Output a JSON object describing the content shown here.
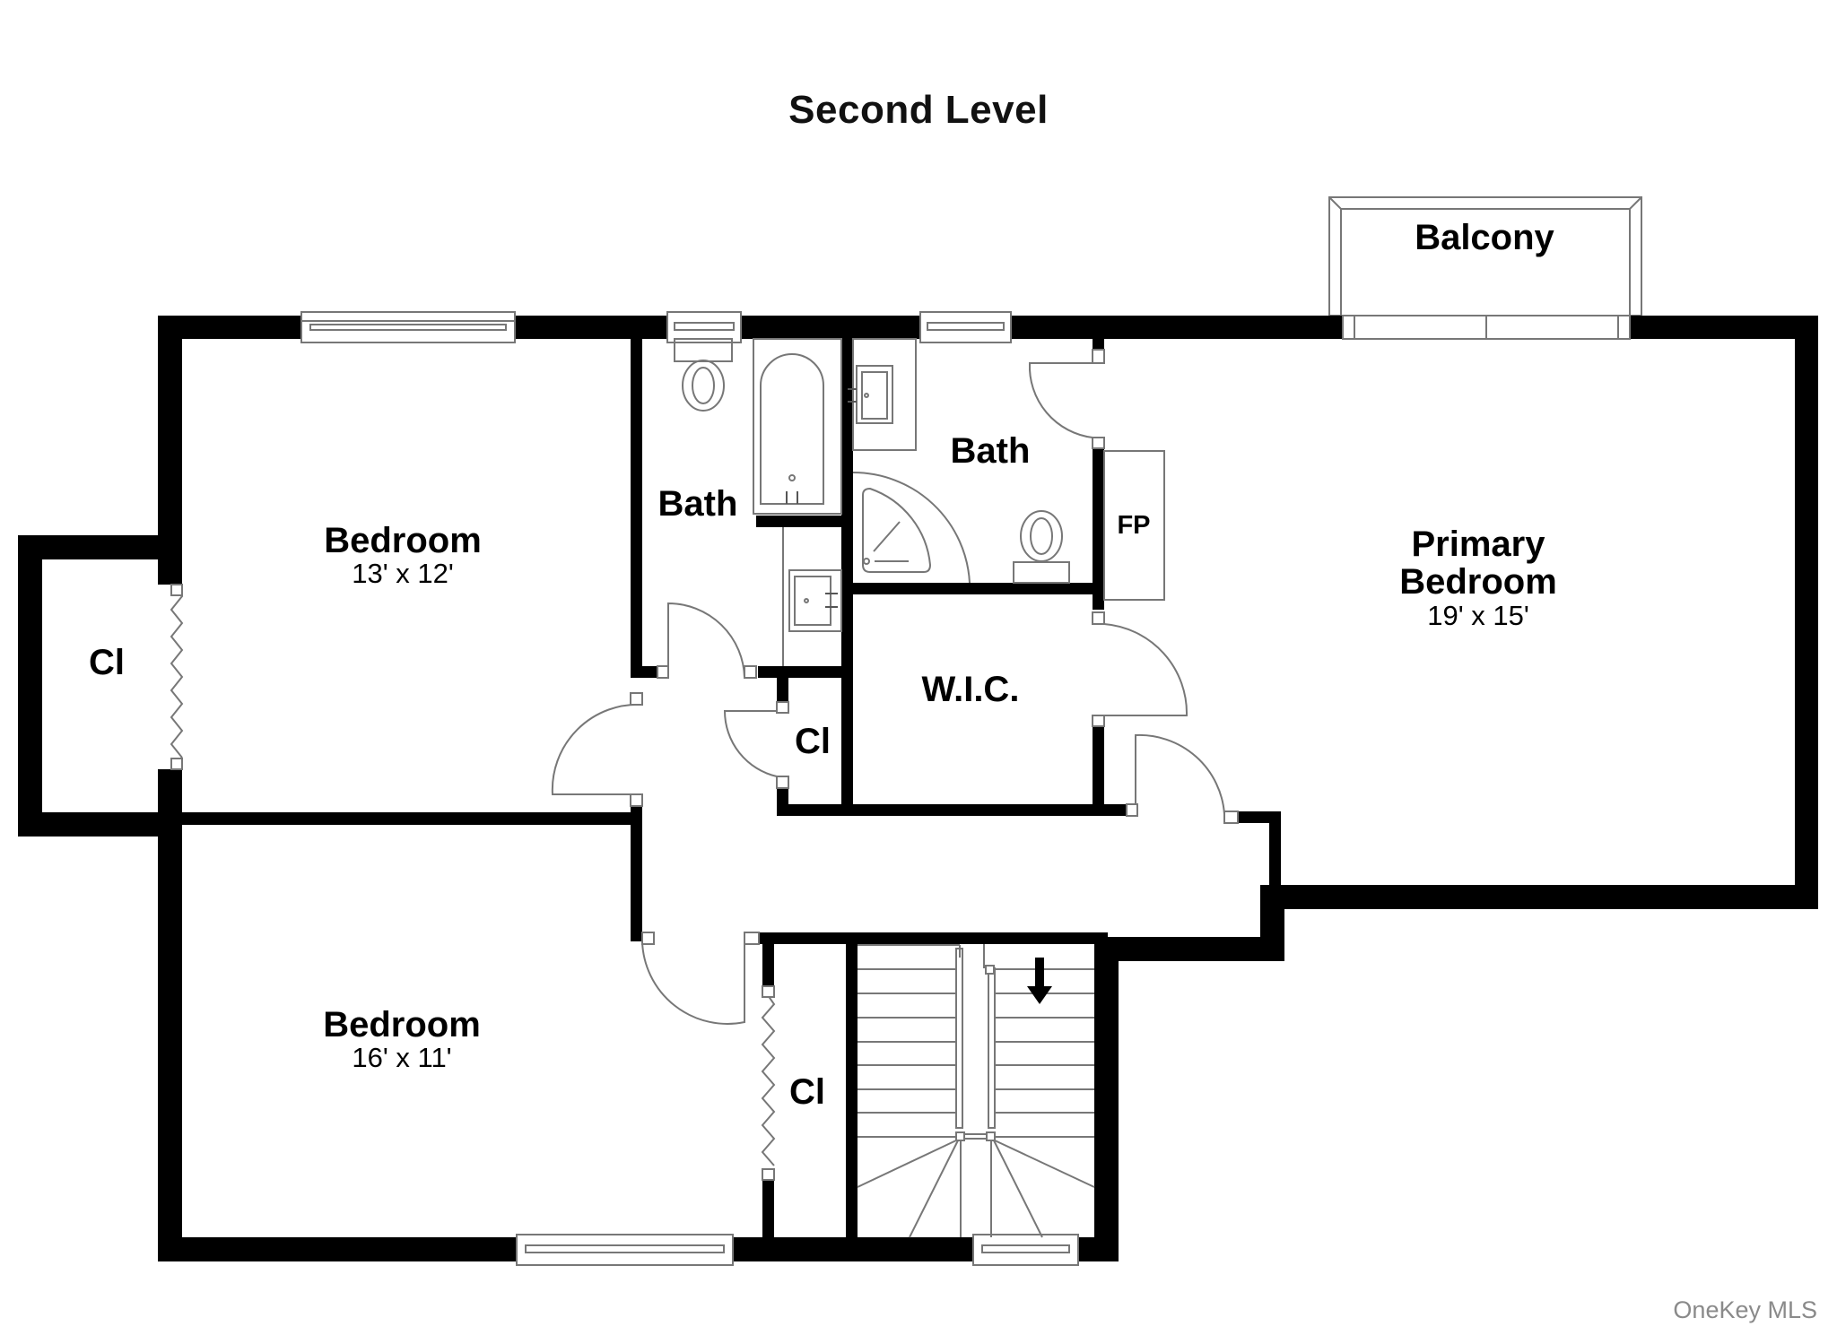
{
  "title": "Second Level",
  "watermark": "OneKey MLS",
  "rooms": {
    "bedroom_1": {
      "label": "Bedroom",
      "dims": "13' x 12'"
    },
    "bedroom_2": {
      "label": "Bedroom",
      "dims": "16' x 11'"
    },
    "primary_bedroom": {
      "label_line1": "Primary",
      "label_line2": "Bedroom",
      "dims": "19' x 15'"
    },
    "bath_1": {
      "label": "Bath"
    },
    "bath_2": {
      "label": "Bath"
    },
    "wic": {
      "label": "W.I.C."
    },
    "closet_left": {
      "label": "Cl"
    },
    "closet_hall": {
      "label": "Cl"
    },
    "closet_bottom": {
      "label": "Cl"
    },
    "fireplace": {
      "label": "FP"
    },
    "balcony": {
      "label": "Balcony"
    }
  },
  "icons": {
    "stairs_direction": "down-arrow"
  },
  "colors": {
    "wall": "#000000",
    "fixture_line": "#777777",
    "background": "#ffffff",
    "watermark": "#8a8a8a"
  }
}
